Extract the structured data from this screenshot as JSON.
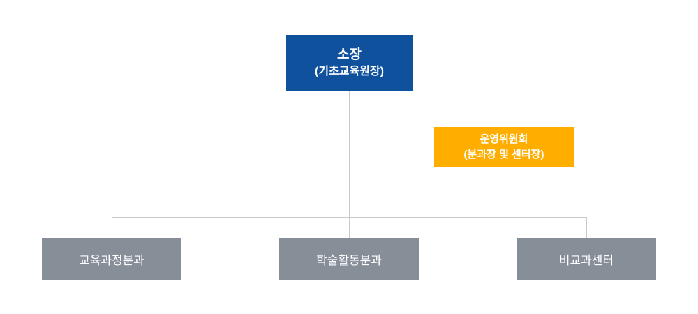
{
  "chart": {
    "type": "org-chart",
    "root": {
      "title": "소장",
      "subtitle": "(기초교육원장)"
    },
    "committee": {
      "title": "운영위원회",
      "subtitle": "(분과장 및 센터장)"
    },
    "departments": [
      {
        "label": "교육과정분과"
      },
      {
        "label": "학술활동분과"
      },
      {
        "label": "비교과센터"
      }
    ],
    "colors": {
      "root_box": "#10519E",
      "committee_box": "#FFAE00",
      "department_box": "#868E98",
      "connector_line": "#C9C9C9",
      "text": "#FFFFFF",
      "background": "#FFFFFF"
    }
  }
}
